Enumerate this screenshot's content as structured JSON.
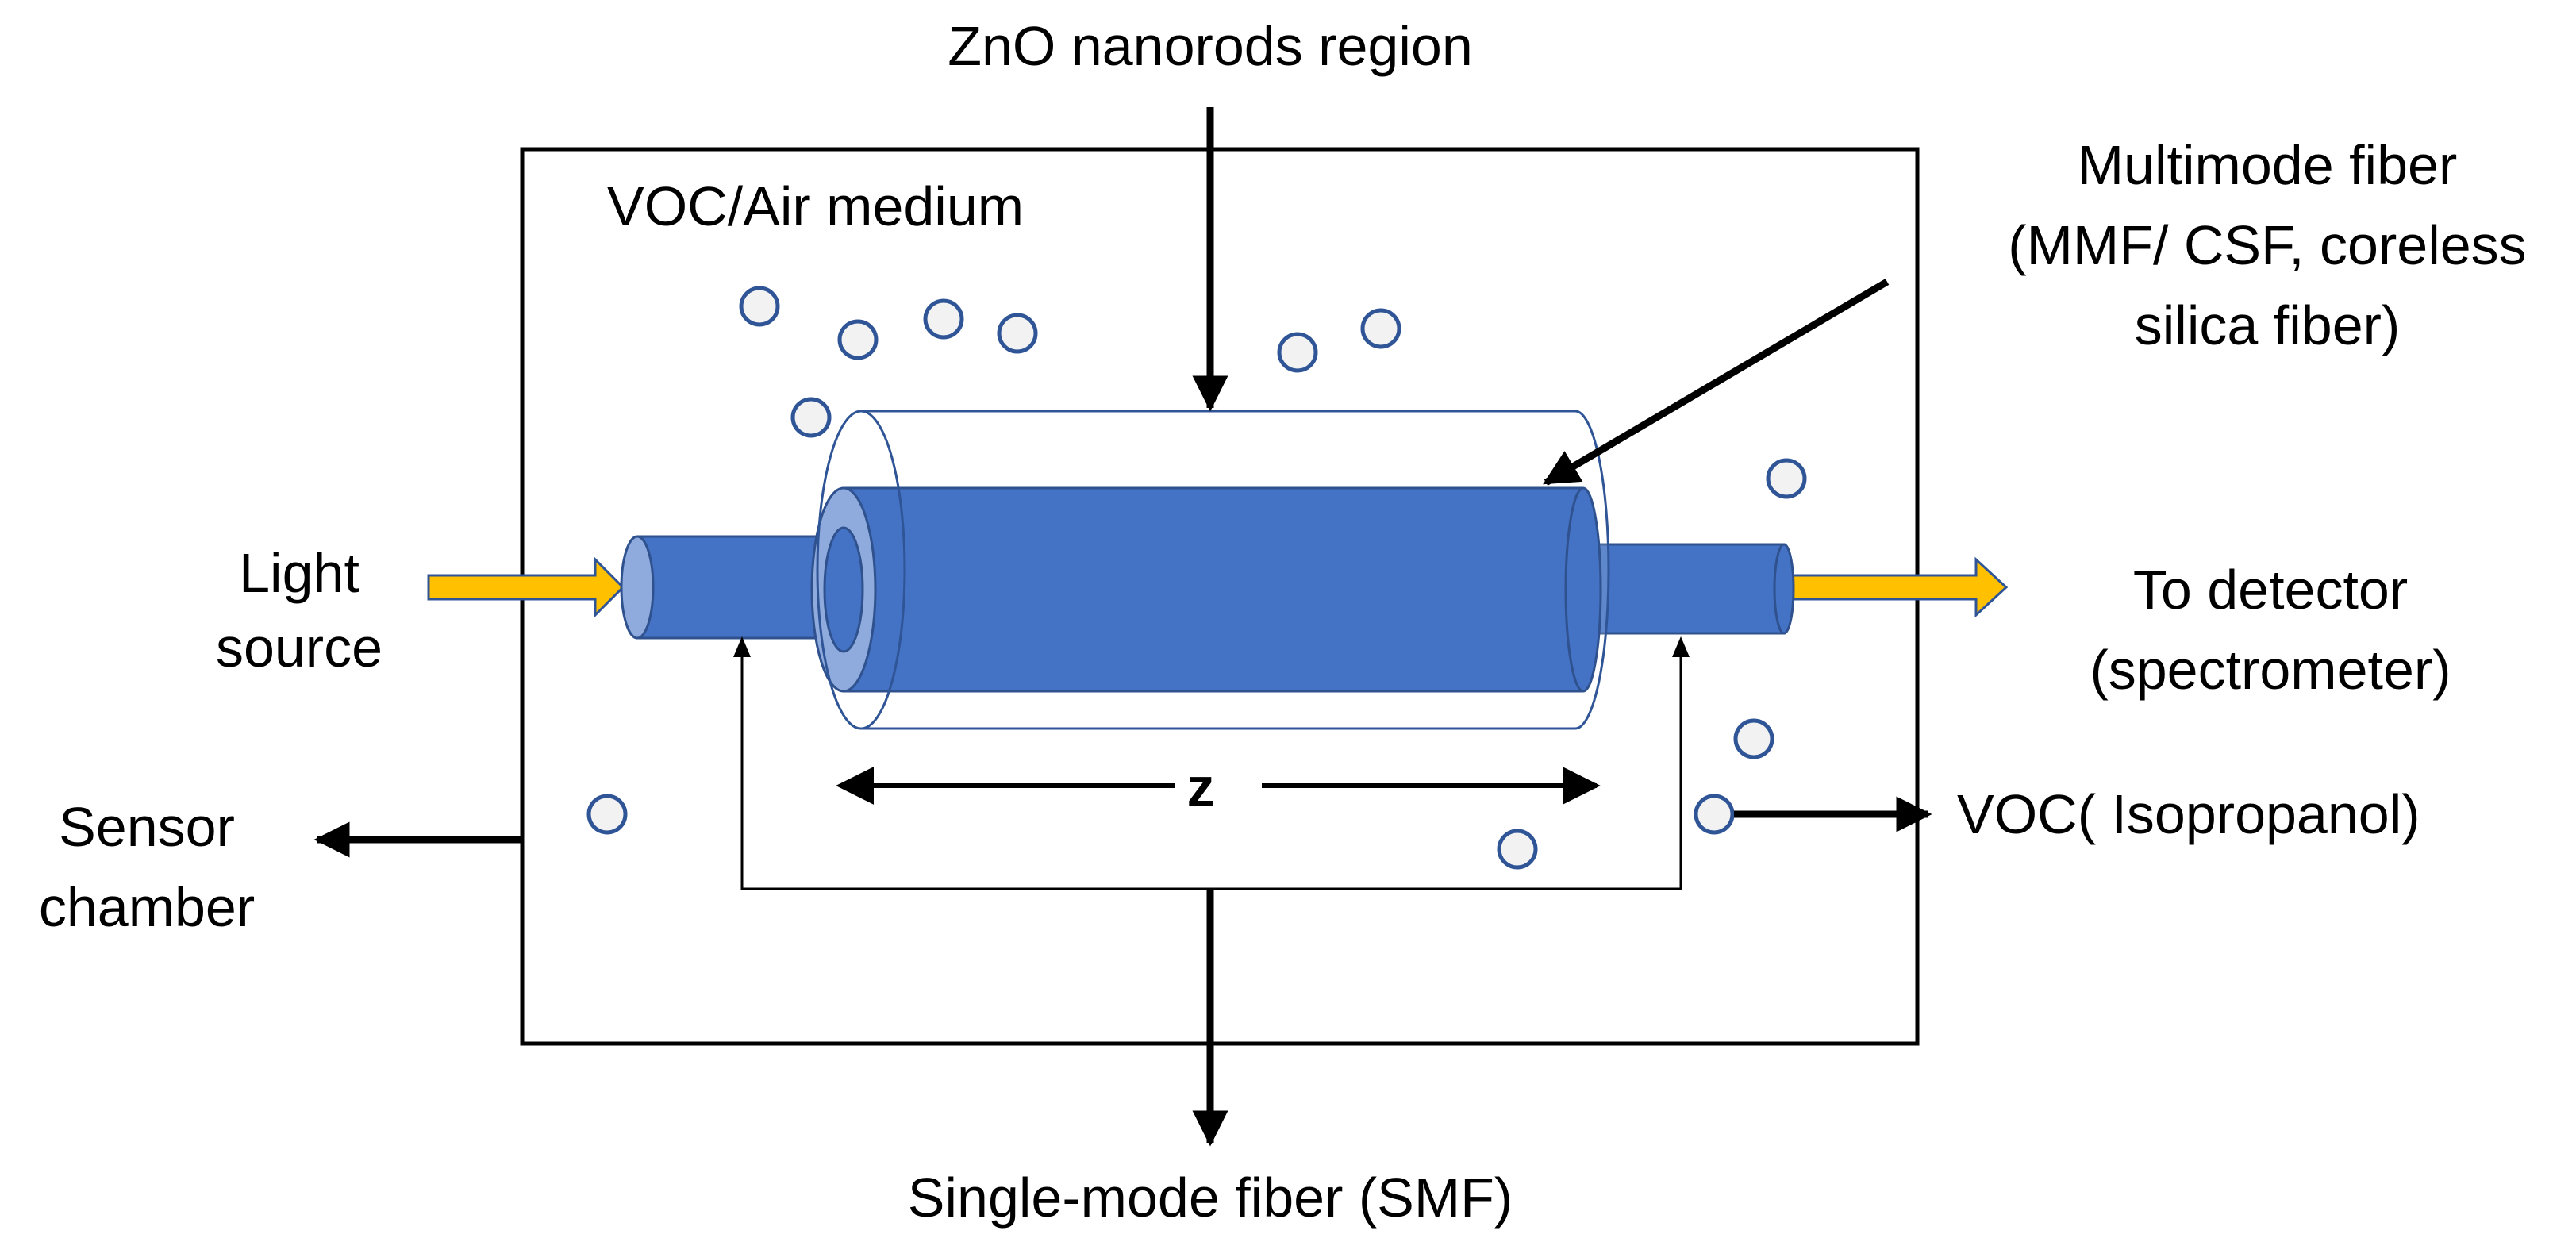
{
  "labels": {
    "zno_region": "ZnO nanorods region",
    "voc_air_medium": "VOC/Air medium",
    "mmf_line1": "Multimode fiber",
    "mmf_line2": "(MMF/ CSF, coreless",
    "mmf_line3": "silica fiber)",
    "light_line1": "Light",
    "light_line2": "source",
    "detector_line1": "To detector",
    "detector_line2": "(spectrometer)",
    "sensor_line1": "Sensor",
    "sensor_line2": "chamber",
    "voc_isopropanol": "VOC( Isopropanol)",
    "length_z": "z",
    "smf": "Single-mode fiber (SMF)"
  },
  "colors": {
    "fiber_blue": "#4472C4",
    "fiber_end": "#8FAADC",
    "fiber_outline": "#2F528F",
    "coating_outline": "#2F5597",
    "light_arrow": "#FFC000",
    "light_arrow_outline": "#2F5597",
    "molecule_fill": "#F2F2F2",
    "molecule_outline": "#2F5597",
    "line": "#000000"
  }
}
